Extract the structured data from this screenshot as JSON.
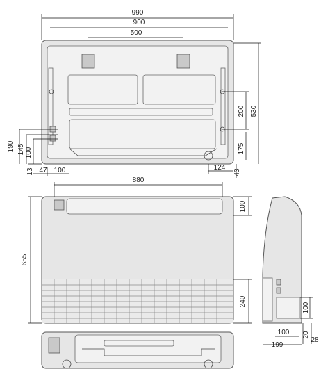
{
  "dimensions": {
    "top_overall_width": "990",
    "top_mount_width": "900",
    "top_bracket_spacing": "500",
    "right_height_530": "530",
    "right_height_200": "200",
    "right_height_175": "175",
    "right_bottom_43": "43",
    "bottom_124": "124",
    "left_190": "190",
    "left_145": "145",
    "left_100": "100",
    "left_13": "13",
    "bottom_47": "47",
    "bottom_100": "100",
    "front_width_880": "880",
    "front_top_100": "100",
    "front_height_655": "655",
    "front_grille_240": "240",
    "side_100_right": "100",
    "side_100_bottom": "100",
    "side_20": "20",
    "side_28": "28",
    "side_199": "199"
  }
}
